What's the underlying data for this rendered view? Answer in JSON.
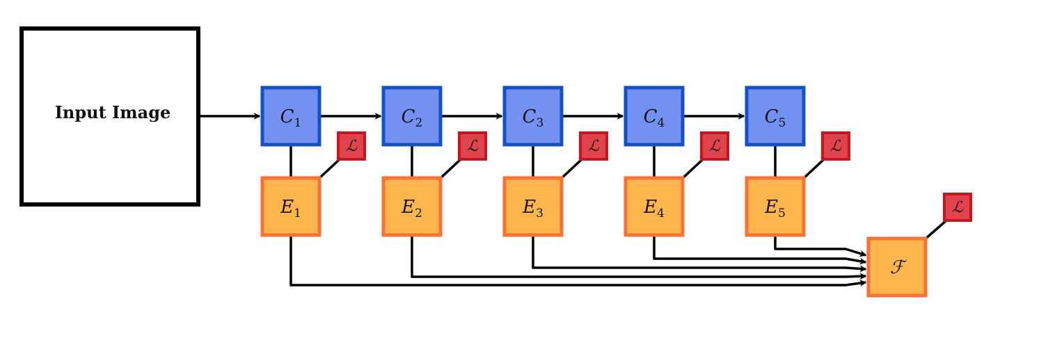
{
  "input": {
    "label": "Input Image"
  },
  "conv_nodes": [
    {
      "letter": "C",
      "sub": "1"
    },
    {
      "letter": "C",
      "sub": "2"
    },
    {
      "letter": "C",
      "sub": "3"
    },
    {
      "letter": "C",
      "sub": "4"
    },
    {
      "letter": "C",
      "sub": "5"
    }
  ],
  "edge_nodes": [
    {
      "letter": "E",
      "sub": "1"
    },
    {
      "letter": "E",
      "sub": "2"
    },
    {
      "letter": "E",
      "sub": "3"
    },
    {
      "letter": "E",
      "sub": "4"
    },
    {
      "letter": "E",
      "sub": "5"
    }
  ],
  "loss_symbol": "ℒ",
  "fusion": {
    "label": "ℱ"
  },
  "colors": {
    "conv_fill": "#7391f1",
    "conv_stroke": "#1450c8",
    "edge_fill": "#fdb64b",
    "edge_stroke": "#fb7131",
    "loss_fill": "#e0434b",
    "loss_stroke": "#c8161e",
    "line": "#000000"
  }
}
